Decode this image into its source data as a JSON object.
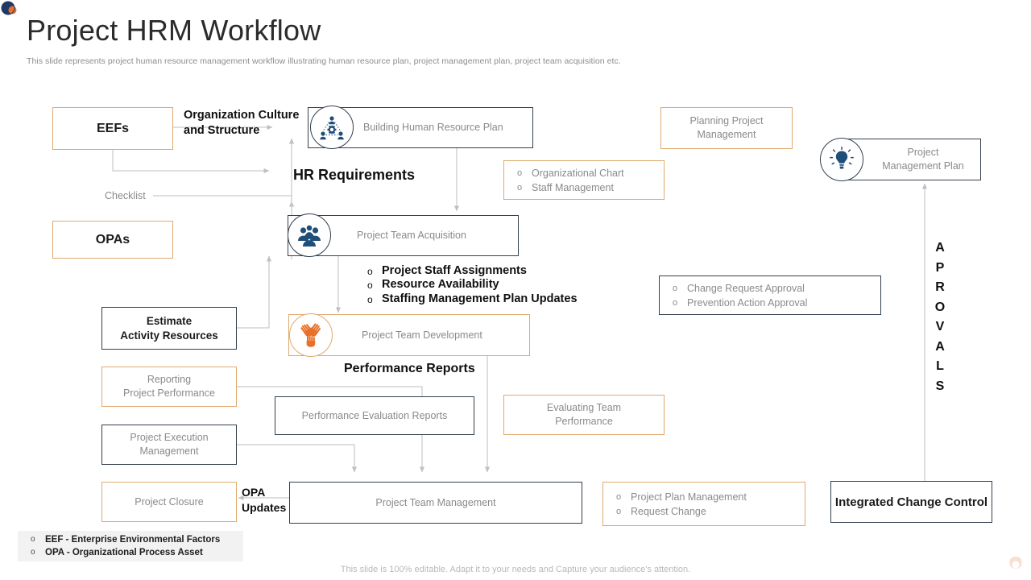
{
  "header": {
    "title": "Project HRM Workflow",
    "subtitle": "This slide represents project human resource management workflow illustrating  human resource plan, project management plan,  project team acquisition etc.",
    "logo_icon": "circle-logo-icon"
  },
  "colors": {
    "orange_border": "#e0a96d",
    "navy_border": "#33404d",
    "icon_navy": "#1f4e79",
    "icon_orange": "#e8712a",
    "body_text": "#8a8a8a",
    "heading_text": "#1c1c1c",
    "connector": "#c9c9c9",
    "legend_bg": "#f2f2f2"
  },
  "nodes": {
    "eefs": {
      "label": "EEFs"
    },
    "opas": {
      "label": "OPAs"
    },
    "estimate_activity_resources": {
      "label": "Estimate\nActivity  Resources"
    },
    "building_hr_plan": {
      "label": "Building Human Resource  Plan",
      "icon": "hr-structure-icon"
    },
    "project_team_acquisition": {
      "label": "Project Team  Acquisition",
      "icon": "people-group-icon"
    },
    "project_team_development": {
      "label": "Project Team  Development",
      "icon": "three-hands-icon"
    },
    "planning_project_management": {
      "label": "Planning Project\nManagement"
    },
    "project_management_plan": {
      "label": "Project\nManagement  Plan",
      "icon": "lightbulb-icon"
    },
    "reporting_project_performance": {
      "label": "Reporting\nProject Performance"
    },
    "project_execution_management": {
      "label": "Project Execution\nManagement"
    },
    "project_closure": {
      "label": "Project Closure"
    },
    "performance_evaluation_reports": {
      "label": "Performance  Evaluation  Reports"
    },
    "evaluating_team_performance": {
      "label": "Evaluating  Team\nPerformance"
    },
    "project_team_management": {
      "label": "Project Team  Management"
    },
    "integrated_change_control": {
      "label": "Integrated Change Control"
    }
  },
  "lists": {
    "hr_plan_outputs": [
      "Organizational  Chart",
      "Staff Management"
    ],
    "acquisition_outputs": [
      "Project Staff Assignments",
      "Resource Availability",
      "Staffing Management Plan Updates"
    ],
    "change_approvals": [
      "Change Request  Approval",
      "Prevention  Action Approval"
    ],
    "plan_change": [
      "Project Plan Management",
      "Request  Change"
    ],
    "legend": [
      "EEF  - Enterprise Environmental Factors",
      "OPA - Organizational Process Asset"
    ]
  },
  "flow_labels": {
    "organization_culture": "Organization Culture\nand Structure",
    "hr_requirements": "HR Requirements",
    "checklist": "Checklist",
    "performance_reports": "Performance Reports",
    "opa_updates": "OPA\nUpdates",
    "aprovals": "APROVALS"
  },
  "footer": {
    "note": "This slide is 100% editable. Adapt it to your needs and Capture your audience's attention.",
    "corner_icon": "gear-icon"
  }
}
